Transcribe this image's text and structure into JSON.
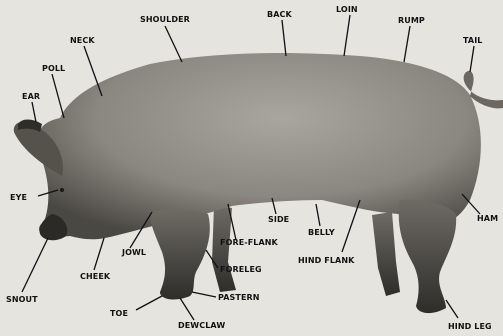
{
  "labels": {
    "shoulder": "SHOULDER",
    "back": "BACK",
    "loin": "LOIN",
    "rump": "RUMP",
    "tail": "TAIL",
    "neck": "NECK",
    "poll": "POLL",
    "ear": "EAR",
    "eye": "EYE",
    "snout": "SNOUT",
    "cheek": "CHEEK",
    "jowl": "JOWL",
    "toe": "TOE",
    "dewclaw": "DEWCLAW",
    "pastern": "PASTERN",
    "foreleg": "FORELEG",
    "fore_flank": "FORE-FLANK",
    "side": "SIDE",
    "belly": "BELLY",
    "hind_flank": "HIND  FLANK",
    "ham": "HAM",
    "hind_leg": "HIND LEG"
  },
  "colors": {
    "background": "#e6e4de",
    "body": "#8a8780",
    "body_dark": "#3c3a36",
    "ink": "#111111"
  }
}
